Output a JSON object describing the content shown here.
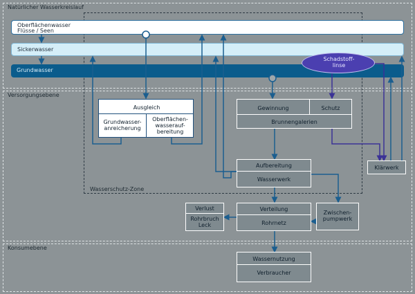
{
  "sections": {
    "natural": "Natürlicher Wasserkreislauf",
    "supply": "Versorgungsebene",
    "consumer": "Konsumebene",
    "protection_zone": "Wasserschutz-Zone"
  },
  "bands": {
    "surface_line1": "Oberflächenwasser",
    "surface_line2": "Flüsse / Seen",
    "seepage": "Sickerwasser",
    "groundwater": "Grundwasser"
  },
  "pollutant": {
    "line1": "Schadstoff-",
    "line2": "linse"
  },
  "balance": {
    "title": "Ausgleich",
    "left_line1": "Grundwasser-",
    "left_line2": "anreicherung",
    "right_line1": "Oberflächen-",
    "right_line2": "wasserauf-",
    "right_line3": "bereitung"
  },
  "extraction": {
    "gewinnung": "Gewinnung",
    "schutz": "Schutz",
    "brunnen": "Brunnengalerien"
  },
  "treatment": {
    "title": "Aufbereitung",
    "sub": "Wasserwerk"
  },
  "klaerwerk": "Klärwerk",
  "loss": {
    "title": "Verlust",
    "line1": "Rohrbruch",
    "line2": "Leck"
  },
  "distribution": {
    "title": "Verteilung",
    "sub": "Rohrnetz"
  },
  "intermediate": {
    "line1": "Zwischen-",
    "line2": "pumpwerk"
  },
  "usage": {
    "title": "Wassernutzung",
    "sub": "Verbraucher"
  },
  "colors": {
    "background": "#8c9396",
    "surface_band": "#ffffff",
    "seepage_band": "#d4eef8",
    "groundwater_band": "#0b5c8c",
    "pollutant": "#4b3fb0",
    "arrow": "#1b5e8f"
  }
}
